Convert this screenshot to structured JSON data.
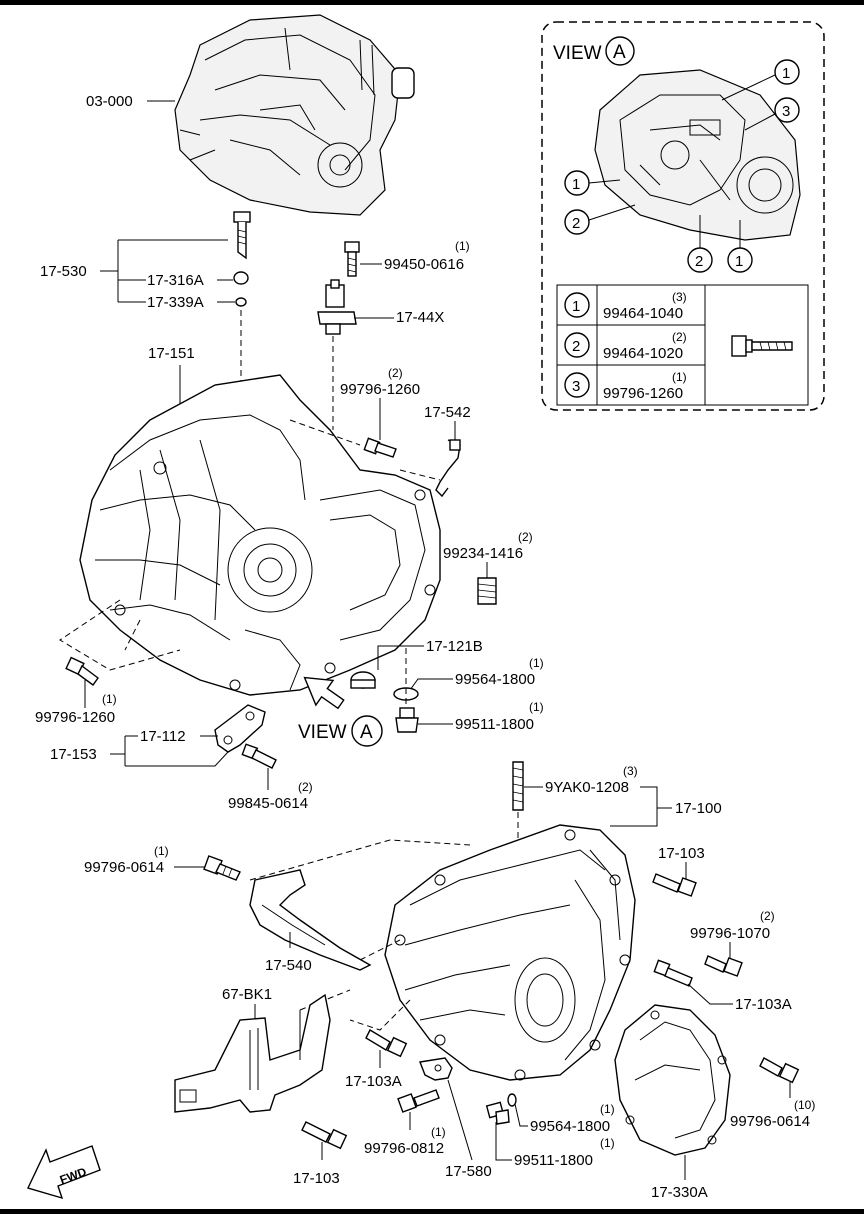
{
  "view_box": {
    "title": "VIEW",
    "letter": "A",
    "callouts": [
      "1",
      "3",
      "1",
      "2",
      "2",
      "1"
    ],
    "table": [
      {
        "num": "1",
        "qty": "(3)",
        "part": "99464-1040"
      },
      {
        "num": "2",
        "qty": "(2)",
        "part": "99464-1020"
      },
      {
        "num": "3",
        "qty": "(1)",
        "part": "99796-1260"
      }
    ]
  },
  "view_arrow": {
    "title": "VIEW",
    "letter": "A"
  },
  "fwd": "FWD",
  "labels": {
    "l_03000": "03-000",
    "l_17530": "17-530",
    "l_17316a": "17-316A",
    "l_17339a": "17-339A",
    "l_99450": "99450-0616",
    "q_99450": "(1)",
    "l_1744x": "17-44X",
    "l_17151": "17-151",
    "l_99796_1260": "99796-1260",
    "q_99796_1260": "(2)",
    "l_17542": "17-542",
    "l_99234": "99234-1416",
    "q_99234": "(2)",
    "l_17121b": "17-121B",
    "l_99564a": "99564-1800",
    "q_99564a": "(1)",
    "l_99511a": "99511-1800",
    "q_99511a": "(1)",
    "l_99796_1260b": "99796-1260",
    "q_99796_1260b": "(1)",
    "l_17112": "17-112",
    "l_17153": "17-153",
    "l_99845": "99845-0614",
    "q_99845": "(2)",
    "l_9yak0": "9YAK0-1208",
    "q_9yak0": "(3)",
    "l_17100": "17-100",
    "l_99796_0614": "99796-0614",
    "q_99796_0614": "(1)",
    "l_17103": "17-103",
    "l_99796_1070": "99796-1070",
    "q_99796_1070": "(2)",
    "l_17540": "17-540",
    "l_67bk1": "67-BK1",
    "l_17103a": "17-103A",
    "l_17103a_b": "17-103A",
    "l_99796_0812": "99796-0812",
    "q_99796_0812": "(1)",
    "l_99564b": "99564-1800",
    "q_99564b": "(1)",
    "l_99511b": "99511-1800",
    "q_99511b": "(1)",
    "l_17580": "17-580",
    "l_17103_b": "17-103",
    "l_17330a": "17-330A",
    "l_99796_0614b": "99796-0614",
    "q_99796_0614b": "(10)"
  }
}
